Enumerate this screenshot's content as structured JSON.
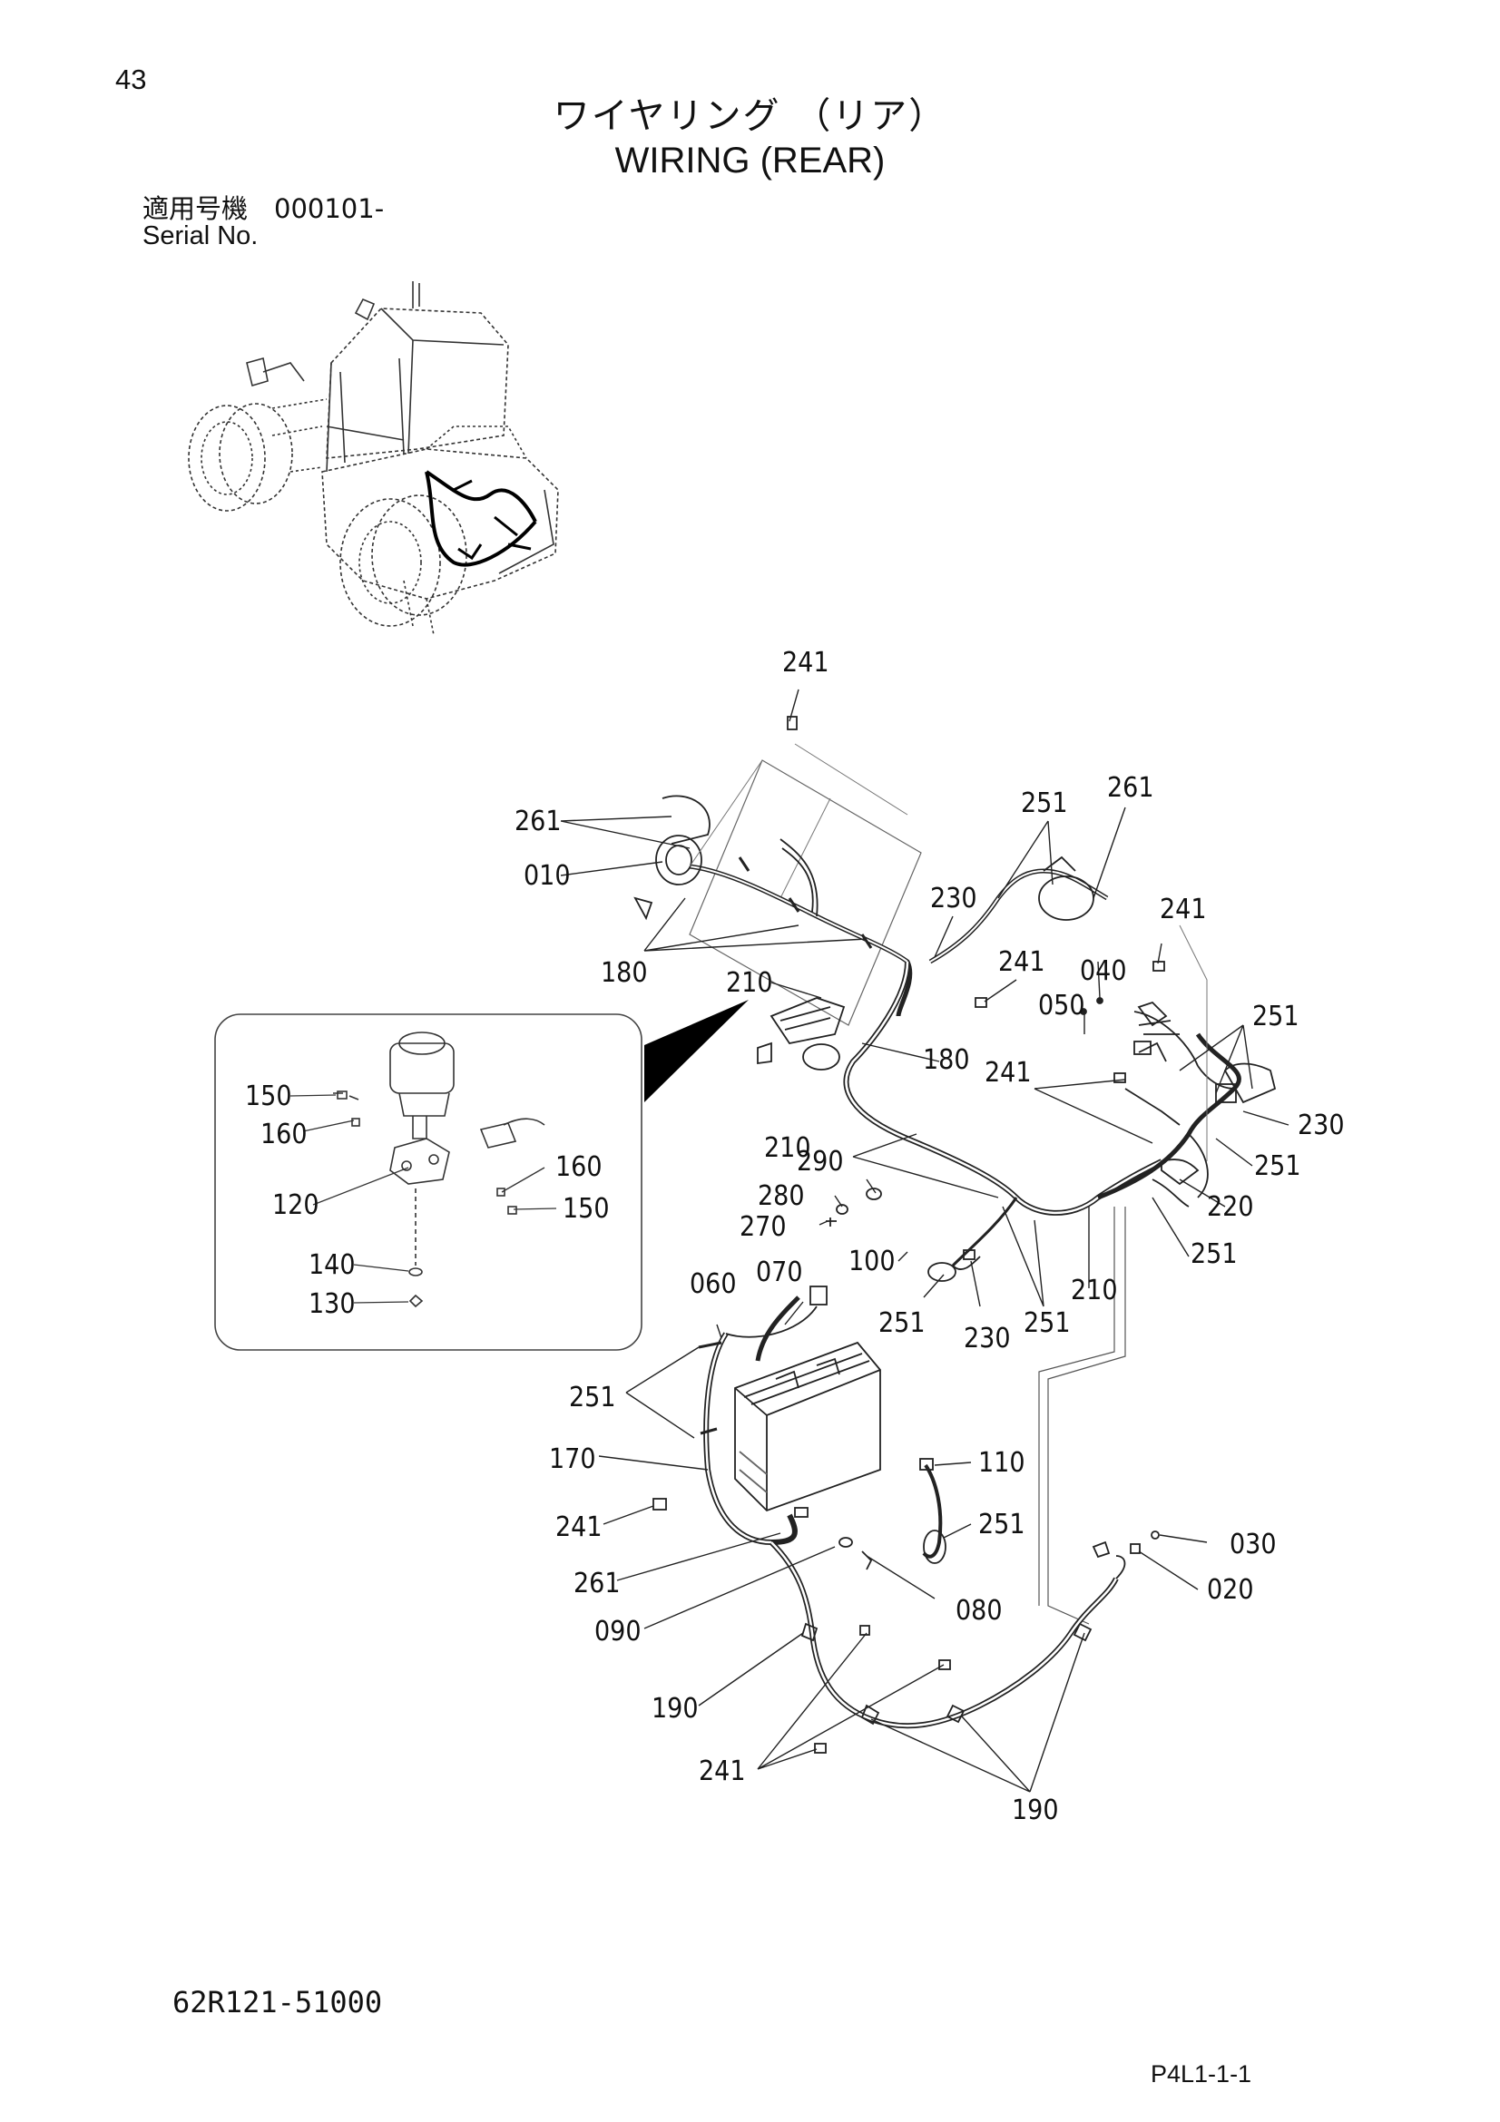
{
  "page": {
    "number": "43",
    "title_jp": "ワイヤリング （リア）",
    "title_en": "WIRING (REAR)",
    "serial_label_jp": "適用号機　000101-",
    "serial_label_en": "Serial No.",
    "doc_code": "62R121-51000",
    "page_code": "P4L1-1-1"
  },
  "callouts": {
    "c241a": "241",
    "c261a": "261",
    "c010": "010",
    "c180a": "180",
    "c210a": "210",
    "c180b": "180",
    "c230a": "230",
    "c251a": "251",
    "c261b": "261",
    "c241b": "241",
    "c040": "040",
    "c050": "050",
    "c241c": "241",
    "c251b": "251",
    "c241d": "241",
    "c230b": "230",
    "c251c": "251",
    "c210b": "210",
    "c290": "290",
    "c280": "280",
    "c270": "270",
    "c220": "220",
    "c251d": "251",
    "c100": "100",
    "c210c": "210",
    "c251e": "251",
    "c230c": "230",
    "c251f": "251",
    "c060": "060",
    "c070": "070",
    "c251g": "251",
    "c170": "170",
    "c241e": "241",
    "c110": "110",
    "c251h": "251",
    "c261c": "261",
    "c030": "030",
    "c020": "020",
    "c090": "090",
    "c080": "080",
    "c190a": "190",
    "c241f": "241",
    "c190b": "190",
    "c150a": "150",
    "c160a": "160",
    "c160b": "160",
    "c120": "120",
    "c150b": "150",
    "c140": "140",
    "c130": "130"
  }
}
